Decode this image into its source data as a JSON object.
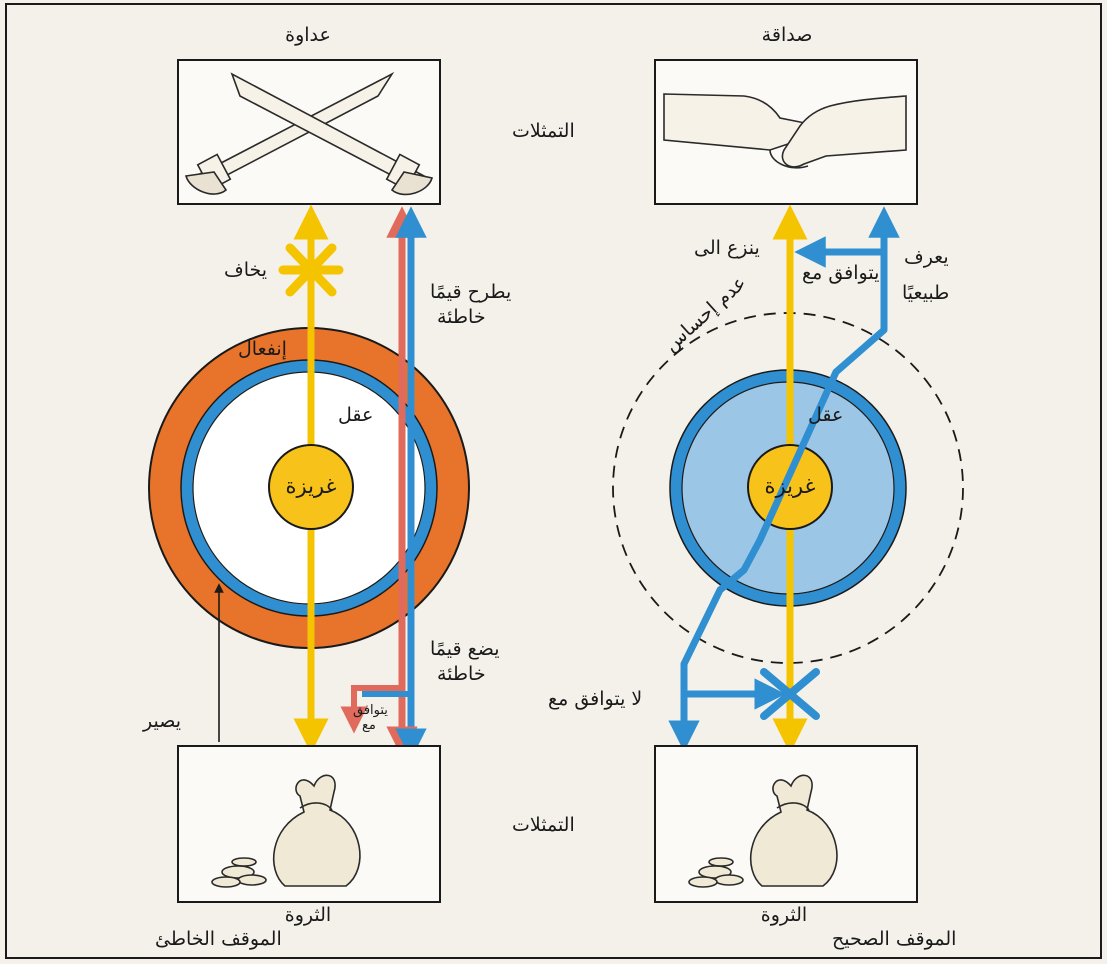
{
  "colors": {
    "background": "#f4f1ea",
    "emotion_ring": "#e8742c",
    "mind_ring": "#2f8fd0",
    "mind_fill_correct": "#9cc6e6",
    "instinct_core": "#f7c21a",
    "instinct_axis": "#f5c400",
    "blue_path": "#2f8fd0",
    "red_path": "#e06a5c",
    "frame": "#1a1a1a"
  },
  "icons": {
    "top_left_picture": "crossed-swords-icon",
    "top_right_picture": "handshake-icon",
    "bottom_left_picture": "money-bag-icon",
    "bottom_right_picture": "money-bag-icon",
    "fear_marker": "asterisk-icon",
    "block_marker": "cross-icon"
  },
  "labels": {
    "enmity": "عداوة",
    "friendship": "صداقة",
    "representations_top": "التمثلات",
    "representations_bottom": "التمثلات",
    "wealth_left": "الثروة",
    "wealth_right": "الثروة",
    "wrong_attitude": "الموقف الخاطئ",
    "right_attitude": "الموقف الصحيح",
    "fears": "يخاف",
    "poses_wrong_values_1": "يطرح قيمًا",
    "poses_wrong_values_2": "خاطئة",
    "emotion": "إنفعال",
    "mind_left": "عقل",
    "instinct_left": "غريزة",
    "sets_wrong_values_1": "يضع قيمًا",
    "sets_wrong_values_2": "خاطئة",
    "agrees_with_small_1": "يتوافق",
    "agrees_with_small_2": "مع",
    "becomes": "يصير",
    "tends_to": "ينزع الى",
    "agrees_with": "يتوافق مع",
    "knows_1": "يعرف",
    "knows_2": "طبيعيًا",
    "no_feeling": "عدم إحساس",
    "mind_right": "عقل",
    "instinct_right": "غريزة",
    "does_not_agree_with": "لا يتوافق مع"
  }
}
